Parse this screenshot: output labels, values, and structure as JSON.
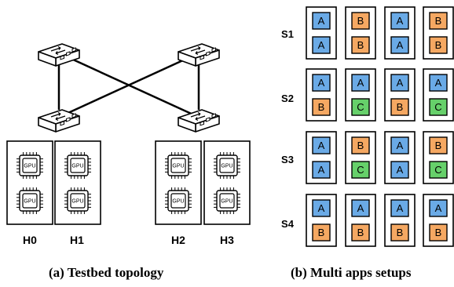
{
  "topology": {
    "caption": "(a) Testbed topology",
    "chip_label": "GPU",
    "hosts": [
      "H0",
      "H1",
      "H2",
      "H3"
    ]
  },
  "setups": {
    "caption": "(b) Multi apps setups",
    "rows": [
      {
        "label": "S1",
        "slots": [
          [
            "A",
            "A"
          ],
          [
            "B",
            "B"
          ],
          [
            "A",
            "A"
          ],
          [
            "B",
            "B"
          ]
        ]
      },
      {
        "label": "S2",
        "slots": [
          [
            "A",
            "B"
          ],
          [
            "A",
            "C"
          ],
          [
            "A",
            "B"
          ],
          [
            "A",
            "C"
          ]
        ]
      },
      {
        "label": "S3",
        "slots": [
          [
            "A",
            "A"
          ],
          [
            "B",
            "C"
          ],
          [
            "A",
            "A"
          ],
          [
            "B",
            "C"
          ]
        ]
      },
      {
        "label": "S4",
        "slots": [
          [
            "A",
            "B"
          ],
          [
            "A",
            "B"
          ],
          [
            "A",
            "B"
          ],
          [
            "A",
            "B"
          ]
        ]
      }
    ],
    "colors": {
      "A": "#6aaae6",
      "B": "#f5a862",
      "C": "#66d06a"
    }
  }
}
